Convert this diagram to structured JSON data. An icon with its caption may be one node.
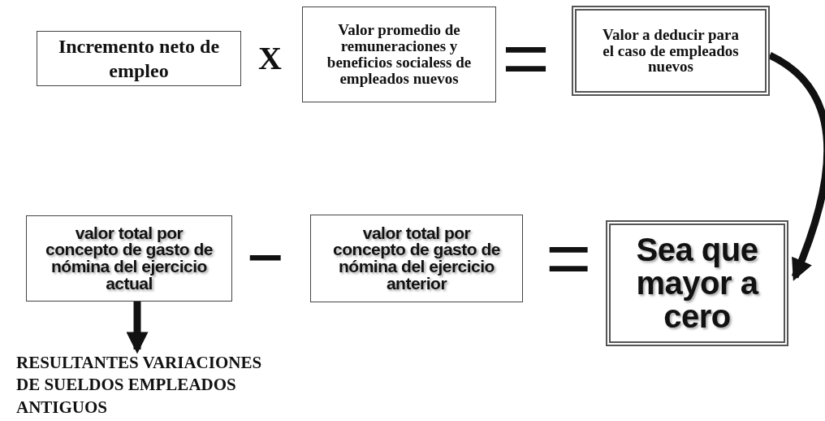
{
  "diagram": {
    "nodes": [
      {
        "text": [
          "Incremento neto de empleo"
        ]
      },
      {
        "text": [
          "Valor promedio de remuneraciones y beneficios socialess de empleados nuevos"
        ]
      },
      {
        "text": [
          "Valor a deducir para el caso de empleados nuevos"
        ]
      },
      {
        "text": [
          "valor total por concepto de gasto de nómina del ejercicio actual"
        ]
      },
      {
        "text": [
          "valor total por concepto de gasto de nómina del ejercicio anterior"
        ]
      },
      {
        "text": [
          "Sea que mayor a cero"
        ]
      },
      {
        "text": [
          "RESULTANTES VARIACIONES DE SUELDOS EMPLEADOS ANTIGUOS"
        ]
      }
    ],
    "edges": [
      {
        "from": 2,
        "to": 5,
        "arrow": "to"
      },
      {
        "from": 3,
        "to": 6,
        "arrow": "to"
      }
    ],
    "labels": [
      "X",
      "=",
      "−",
      "="
    ]
  }
}
